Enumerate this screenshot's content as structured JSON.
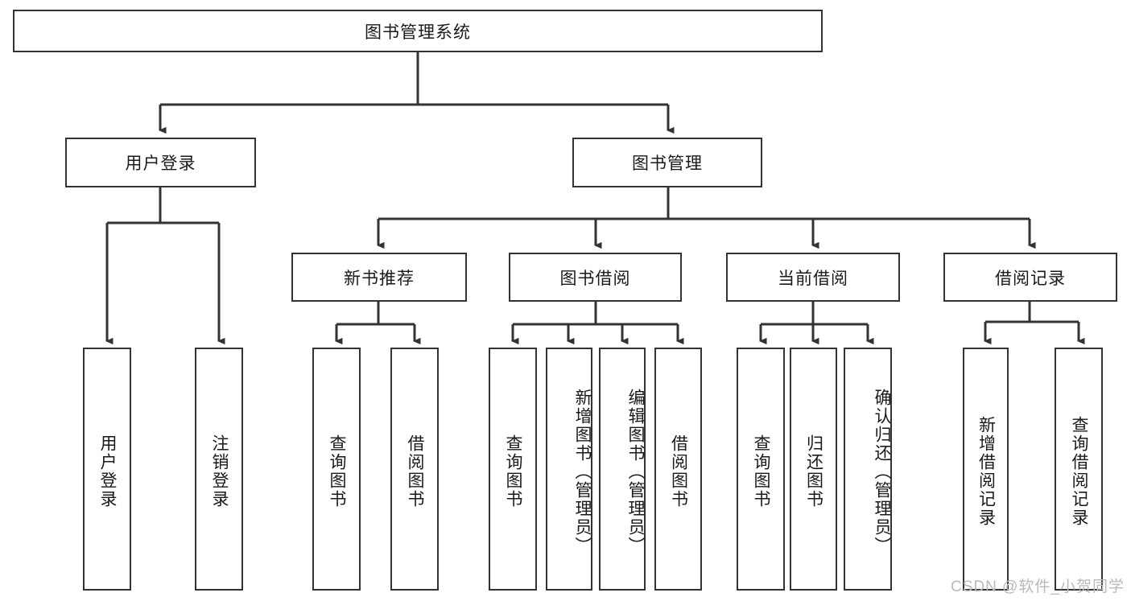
{
  "diagram": {
    "type": "tree",
    "title": "图书管理系统",
    "watermark": "CSDN @软件_小贺同学",
    "colors": {
      "background": "#ffffff",
      "box_border": "#333333",
      "box_fill": "#ffffff",
      "text": "#1a1a1a",
      "connector": "#333333",
      "watermark": "#b9b9b9"
    },
    "root": {
      "label": "图书管理系统"
    },
    "level2": [
      {
        "id": "user-login",
        "label": "用户登录"
      },
      {
        "id": "book-manage",
        "label": "图书管理"
      }
    ],
    "level3": [
      {
        "id": "new-book-recommend",
        "label": "新书推荐",
        "parent": "book-manage"
      },
      {
        "id": "book-borrow",
        "label": "图书借阅",
        "parent": "book-manage"
      },
      {
        "id": "current-borrow",
        "label": "当前借阅",
        "parent": "book-manage"
      },
      {
        "id": "borrow-record",
        "label": "借阅记录",
        "parent": "book-manage"
      }
    ],
    "leaves": [
      {
        "id": "leaf-user-login",
        "label": "用户登录",
        "parent": "user-login"
      },
      {
        "id": "leaf-user-logout",
        "label": "注销登录",
        "parent": "user-login"
      },
      {
        "id": "leaf-query-book-1",
        "label": "查询图书",
        "parent": "new-book-recommend"
      },
      {
        "id": "leaf-borrow-book-1",
        "label": "借阅图书",
        "parent": "new-book-recommend"
      },
      {
        "id": "leaf-query-book-2",
        "label": "查询图书",
        "parent": "book-borrow"
      },
      {
        "id": "leaf-add-book",
        "label": "新增图书（管理员）",
        "parent": "book-borrow"
      },
      {
        "id": "leaf-edit-book",
        "label": "编辑图书（管理员）",
        "parent": "book-borrow"
      },
      {
        "id": "leaf-borrow-book-2",
        "label": "借阅图书",
        "parent": "book-borrow"
      },
      {
        "id": "leaf-query-book-3",
        "label": "查询图书",
        "parent": "current-borrow"
      },
      {
        "id": "leaf-return-book",
        "label": "归还图书",
        "parent": "current-borrow"
      },
      {
        "id": "leaf-confirm-return",
        "label": "确认归还（管理员）",
        "parent": "current-borrow"
      },
      {
        "id": "leaf-add-record",
        "label": "新增借阅记录",
        "parent": "borrow-record"
      },
      {
        "id": "leaf-query-record",
        "label": "查询借阅记录",
        "parent": "borrow-record"
      }
    ]
  }
}
